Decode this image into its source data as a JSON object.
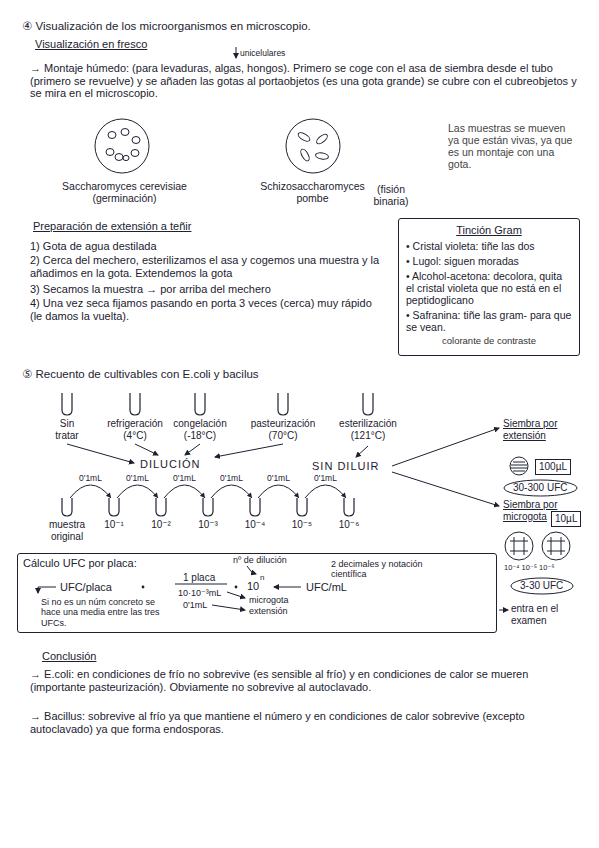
{
  "diagram": {
    "nodes": [
      {
        "text": [
          "Tinción Gram",
          "• Cristal violeta: tiñe las dos",
          "• Lugol: siguen moradas",
          "• Alcohol-acetona: decolora, quita el cristal violeta que no está en el peptidoglicano",
          "• Safranina: tiñe las gram- para que se vean.",
          "colorante de contraste"
        ]
      },
      {
        "text": [
          "Sin tratar"
        ]
      },
      {
        "text": [
          "refrigeración (4°C)"
        ]
      },
      {
        "text": [
          "congelación (-18°C)"
        ]
      },
      {
        "text": [
          "pasteurización (70°C)"
        ]
      },
      {
        "text": [
          "esterilización (121°C)"
        ]
      },
      {
        "text": [
          "100µL"
        ]
      },
      {
        "text": [
          "30-300 UFC"
        ]
      },
      {
        "text": [
          "muestra original"
        ]
      },
      {
        "text": [
          "10⁻¹"
        ]
      },
      {
        "text": [
          "10⁻²"
        ]
      },
      {
        "text": [
          "10⁻³"
        ]
      },
      {
        "text": [
          "10⁻⁴"
        ]
      },
      {
        "text": [
          "10⁻⁵"
        ]
      },
      {
        "text": [
          "10⁻⁶"
        ]
      },
      {
        "text": [
          "10µL"
        ]
      },
      {
        "text": [
          "3-30 UFC"
        ]
      },
      {
        "text": [
          "Cálculo UFC por placa:",
          "nº de dilución",
          "UFC/placa",
          "1 placa",
          "10·10⁻³mL",
          "0'1mL",
          "10",
          "n",
          "UFC/mL",
          "2 decimales y notación científica",
          "Si no es un núm concreto se hace una media entre las tres UFCs.",
          "microgota",
          "extensión"
        ]
      }
    ],
    "edges": [
      {
        "from": 8,
        "to": 9,
        "label": "0'1mL",
        "arrow": "to"
      },
      {
        "from": 9,
        "to": 10,
        "label": "0'1mL",
        "arrow": "to"
      },
      {
        "from": 10,
        "to": 11,
        "label": "0'1mL",
        "arrow": "to"
      },
      {
        "from": 11,
        "to": 12,
        "label": "0'1mL",
        "arrow": "to"
      },
      {
        "from": 12,
        "to": 13,
        "label": "0'1mL",
        "arrow": "to"
      },
      {
        "from": 13,
        "to": 14,
        "label": "0'1mL",
        "arrow": "to"
      }
    ],
    "labels": [
      "④ Visualización de los microorganismos en microscopio.",
      "Visualización en fresco",
      "unicelulares",
      "→ Montaje húmedo: (para levaduras, algas, hongos). Primero se coge con el asa de siembra desde el tubo (primero se revuelve) y se añaden las gotas al portaobjetos (es una gota grande) se cubre con el cubreobjetos y se mira en el microscopio.",
      "Saccharomyces cerevisiae (germinación)",
      "Schizosaccharomyces pombe",
      "(fisión binaria)",
      "Las muestras se mueven ya que están vivas, ya que es un montaje con una gota.",
      "Preparación de extensión a teñir",
      "1) Gota de agua destilada",
      "2) Cerca del mechero, esterilizamos el asa y cogemos una muestra y la añadimos en la gota. Extendemos la gota",
      "3) Secamos la muestra → por arriba del mechero",
      "4) Una vez seca fijamos pasando en porta 3 veces (cerca) muy rápido (le damos la vuelta).",
      "⑤ Recuento de cultivables con E.coli y bacilus",
      "DILUCIÓN",
      "SIN DILUIR",
      "Siembra por extensión",
      "Siembra por microgota",
      "10⁻⁴ 10⁻⁵ 10⁻⁶",
      "entra en el examen",
      "Conclusión",
      "→ E.coli: en condiciones de frío no sobrevive (es sensible al frío) y en condiciones de calor se mueren (importante pasteurización). Obviamente no sobrevive al autoclavado.",
      "→ Bacillus: sobrevive al frío ya que mantiene el número y en condiciones de calor sobrevive (excepto autoclavado) ya que forma endosporas."
    ]
  }
}
